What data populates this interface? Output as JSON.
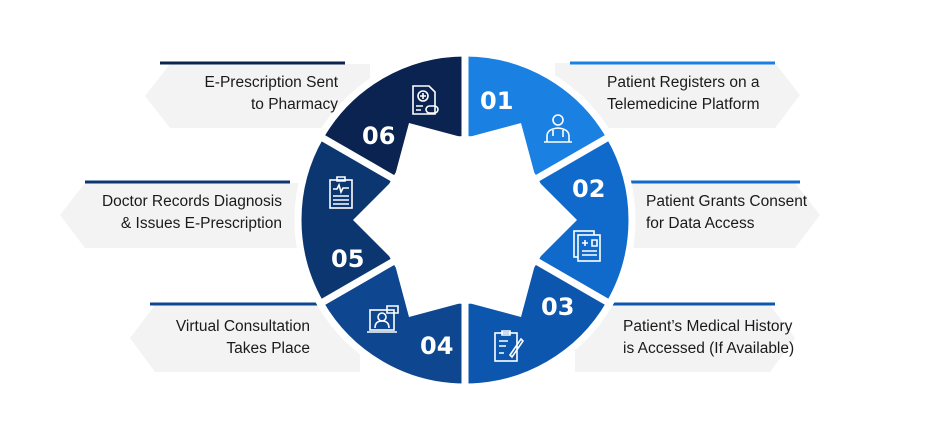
{
  "steps": [
    {
      "number": "01",
      "lines": [
        "Patient Registers on a",
        "Telemedicine Platform"
      ],
      "icon": "doctor-icon",
      "color": "#1a80e2"
    },
    {
      "number": "02",
      "lines": [
        "Patient Grants Consent",
        "for Data Access"
      ],
      "icon": "medical-records-icon",
      "color": "#0f6acb"
    },
    {
      "number": "03",
      "lines": [
        "Patient’s Medical History",
        "is Accessed (If Available)"
      ],
      "icon": "clipboard-pen-icon",
      "color": "#0c57ad"
    },
    {
      "number": "04",
      "lines": [
        "Virtual Consultation",
        "Takes Place"
      ],
      "icon": "video-call-icon",
      "color": "#0e4690"
    },
    {
      "number": "05",
      "lines": [
        "Doctor Records Diagnosis",
        "& Issues E-Prescription"
      ],
      "icon": "medical-chart-icon",
      "color": "#0c3670"
    },
    {
      "number": "06",
      "lines": [
        "E-Prescription Sent",
        "to Pharmacy"
      ],
      "icon": "prescription-icon",
      "color": "#0a2350"
    }
  ],
  "colors": {
    "label_bg": "#f3f3f4"
  }
}
